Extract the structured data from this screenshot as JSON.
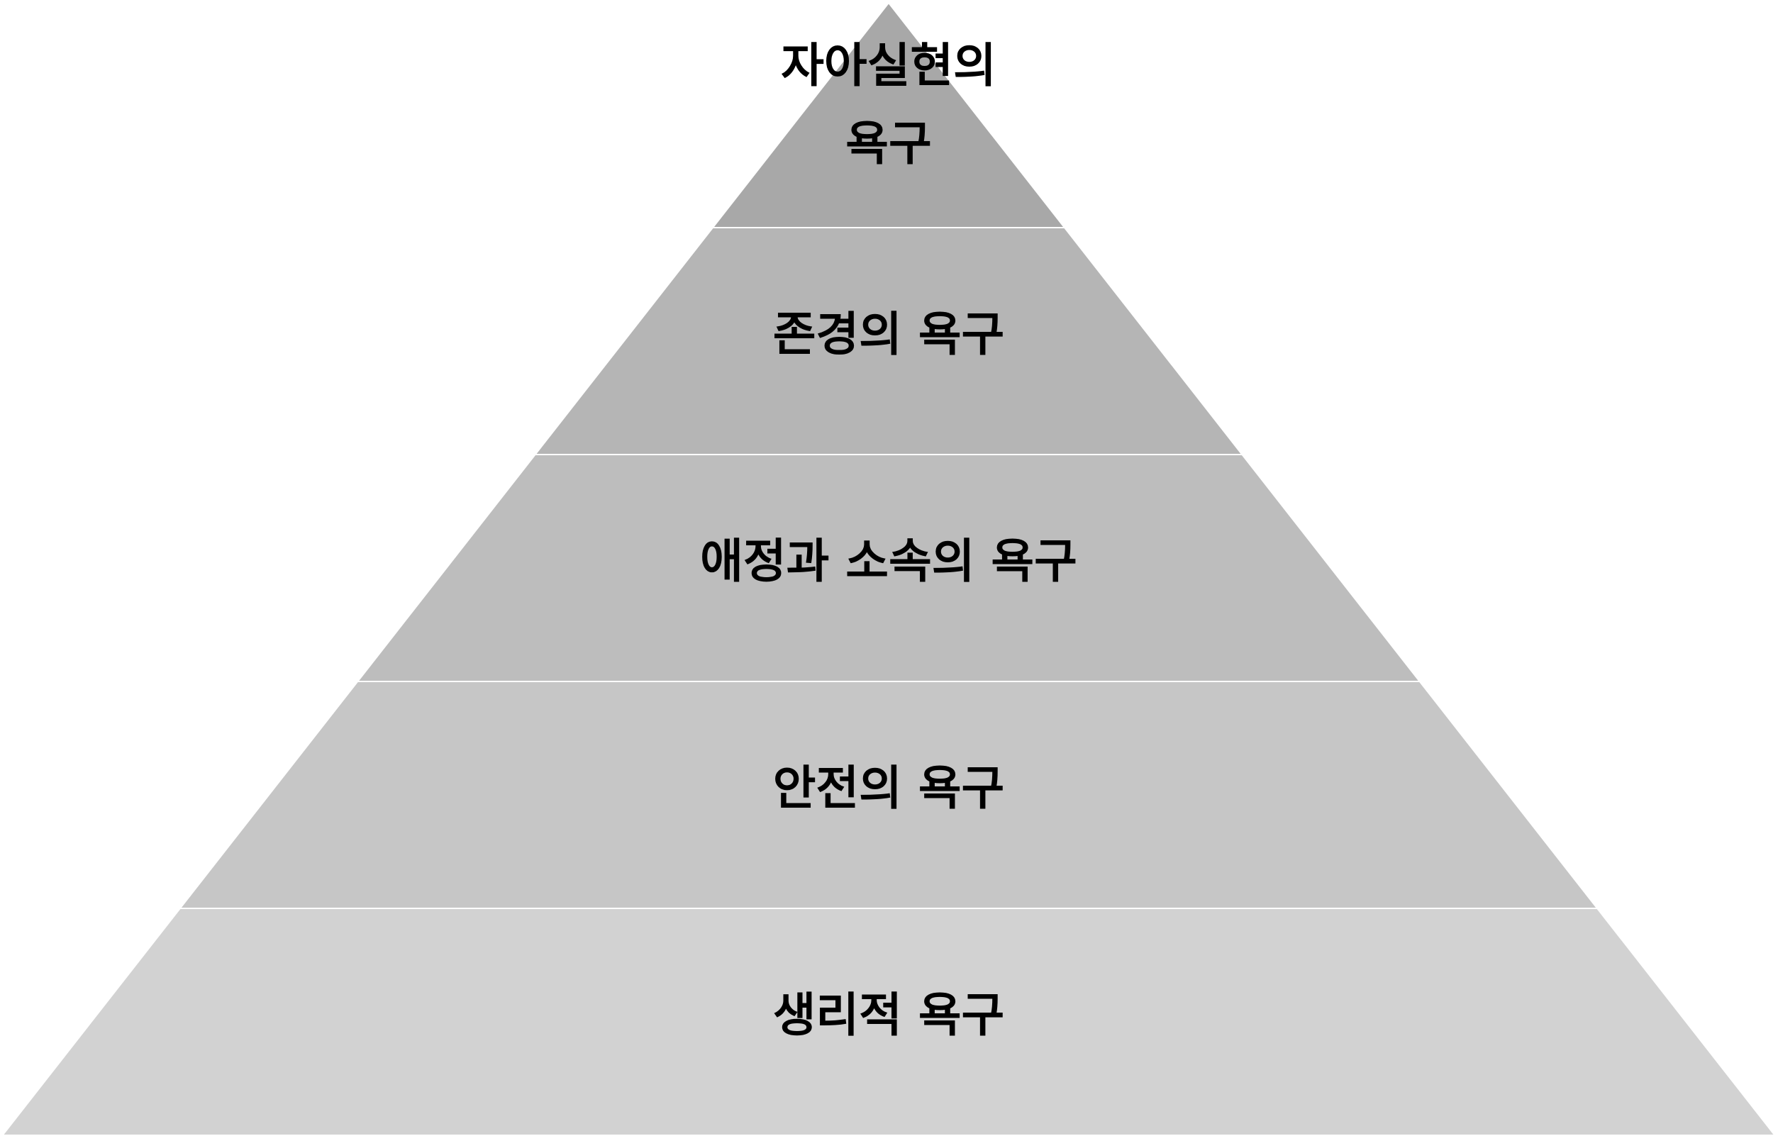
{
  "diagram": {
    "type": "pyramid",
    "tiers": [
      {
        "lines": [
          "자아실현의",
          "욕구"
        ],
        "fill": "#a8a8a8"
      },
      {
        "lines": [
          "존경의 욕구"
        ],
        "fill": "#b5b5b5"
      },
      {
        "lines": [
          "애정과 소속의 욕구"
        ],
        "fill": "#bdbdbd"
      },
      {
        "lines": [
          "안전의 욕구"
        ],
        "fill": "#c6c6c6"
      },
      {
        "lines": [
          "생리적 욕구"
        ],
        "fill": "#d2d2d2"
      }
    ],
    "divider_color": "#ffffff"
  }
}
